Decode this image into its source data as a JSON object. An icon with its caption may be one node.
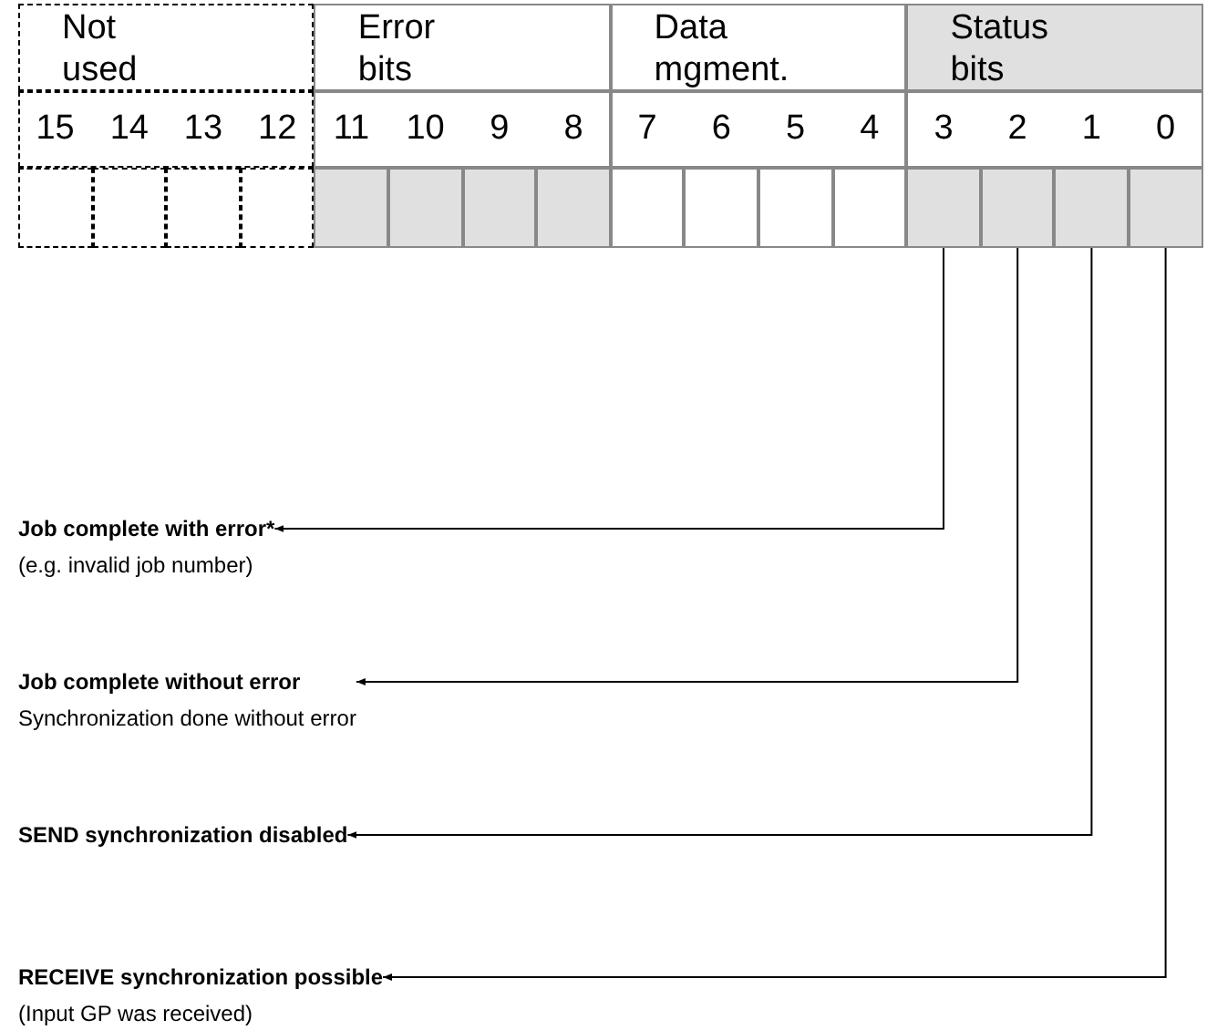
{
  "diagram": {
    "nodes": [
      {
        "text": [],
        "shape": "box"
      },
      {
        "text": [],
        "shape": "box"
      },
      {
        "text": [],
        "shape": "box"
      },
      {
        "text": [],
        "shape": "box"
      },
      {
        "text": [],
        "shape": "box"
      },
      {
        "text": [],
        "shape": "box"
      },
      {
        "text": [],
        "shape": "box"
      },
      {
        "text": [],
        "shape": "box"
      },
      {
        "text": [],
        "shape": "box"
      },
      {
        "text": [],
        "shape": "box"
      },
      {
        "text": [],
        "shape": "box"
      },
      {
        "text": [],
        "shape": "box"
      },
      {
        "text": [],
        "shape": "box"
      },
      {
        "text": [],
        "shape": "box"
      },
      {
        "text": [],
        "shape": "box"
      },
      {
        "text": [],
        "shape": "box"
      },
      {
        "text": [
          "Job complete with error*",
          "(e.g. invalid job number)"
        ]
      },
      {
        "text": [
          "Job complete without error",
          "Synchronization done without error"
        ]
      },
      {
        "text": [
          "SEND synchronization disabled"
        ]
      },
      {
        "text": [
          "RECEIVE synchronization possible",
          "(Input GP was received)"
        ]
      }
    ],
    "edges": [
      {
        "from": 12,
        "to": 16,
        "arrow": "to"
      },
      {
        "from": 13,
        "to": 17,
        "arrow": "to"
      },
      {
        "from": 14,
        "to": 18,
        "arrow": "to"
      },
      {
        "from": 15,
        "to": 19,
        "arrow": "to"
      }
    ],
    "labels": [
      "Not used",
      "Error bits",
      "Data mgment.",
      "Status bits",
      "15",
      "14",
      "13",
      "12",
      "11",
      "10",
      "9",
      "8",
      "7",
      "6",
      "5",
      "4",
      "3",
      "2",
      "1",
      "0"
    ]
  }
}
